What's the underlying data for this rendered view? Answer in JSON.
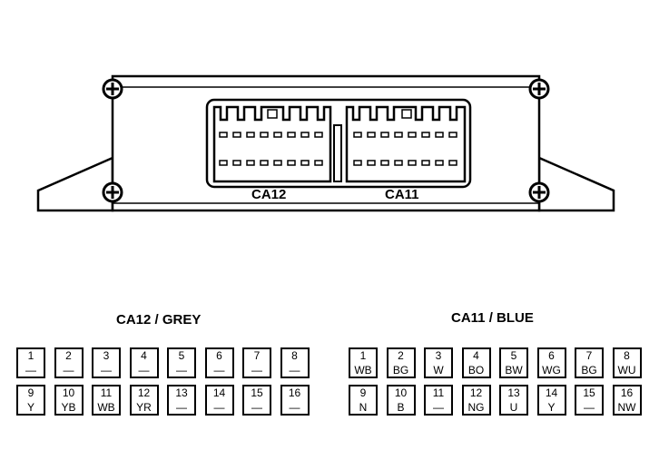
{
  "module": {
    "connector_left_label": "CA12",
    "connector_right_label": "CA11"
  },
  "ca12": {
    "title": "CA12 / GREY",
    "pins": [
      {
        "num": "1",
        "code": "—"
      },
      {
        "num": "2",
        "code": "—"
      },
      {
        "num": "3",
        "code": "—"
      },
      {
        "num": "4",
        "code": "—"
      },
      {
        "num": "5",
        "code": "—"
      },
      {
        "num": "6",
        "code": "—"
      },
      {
        "num": "7",
        "code": "—"
      },
      {
        "num": "8",
        "code": "—"
      },
      {
        "num": "9",
        "code": "Y"
      },
      {
        "num": "10",
        "code": "YB"
      },
      {
        "num": "11",
        "code": "WB"
      },
      {
        "num": "12",
        "code": "YR"
      },
      {
        "num": "13",
        "code": "—"
      },
      {
        "num": "14",
        "code": "—"
      },
      {
        "num": "15",
        "code": "—"
      },
      {
        "num": "16",
        "code": "—"
      }
    ]
  },
  "ca11": {
    "title": "CA11 / BLUE",
    "pins": [
      {
        "num": "1",
        "code": "WB"
      },
      {
        "num": "2",
        "code": "BG"
      },
      {
        "num": "3",
        "code": "W"
      },
      {
        "num": "4",
        "code": "BO"
      },
      {
        "num": "5",
        "code": "BW"
      },
      {
        "num": "6",
        "code": "WG"
      },
      {
        "num": "7",
        "code": "BG"
      },
      {
        "num": "8",
        "code": "WU"
      },
      {
        "num": "9",
        "code": "N"
      },
      {
        "num": "10",
        "code": "B"
      },
      {
        "num": "11",
        "code": "—"
      },
      {
        "num": "12",
        "code": "NG"
      },
      {
        "num": "13",
        "code": "U"
      },
      {
        "num": "14",
        "code": "Y"
      },
      {
        "num": "15",
        "code": "—"
      },
      {
        "num": "16",
        "code": "NW"
      }
    ]
  }
}
